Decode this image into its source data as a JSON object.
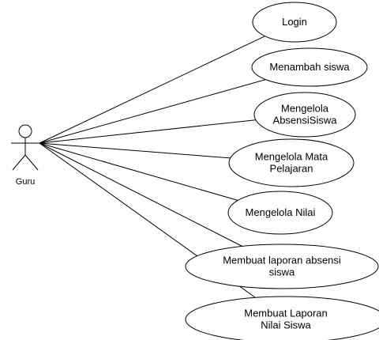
{
  "actor": {
    "label": "Guru"
  },
  "use_cases": [
    {
      "lines": [
        "Login"
      ]
    },
    {
      "lines": [
        "Menambah siswa"
      ]
    },
    {
      "lines": [
        "Mengelola",
        "AbsensiSiswa"
      ]
    },
    {
      "lines": [
        "Mengelola Mata",
        "Pelajaran"
      ]
    },
    {
      "lines": [
        "Mengelola Nilai"
      ]
    },
    {
      "lines": [
        "Membuat laporan absensi",
        "siswa"
      ]
    },
    {
      "lines": [
        "Membuat Laporan",
        "Nilai Siswa"
      ]
    }
  ]
}
